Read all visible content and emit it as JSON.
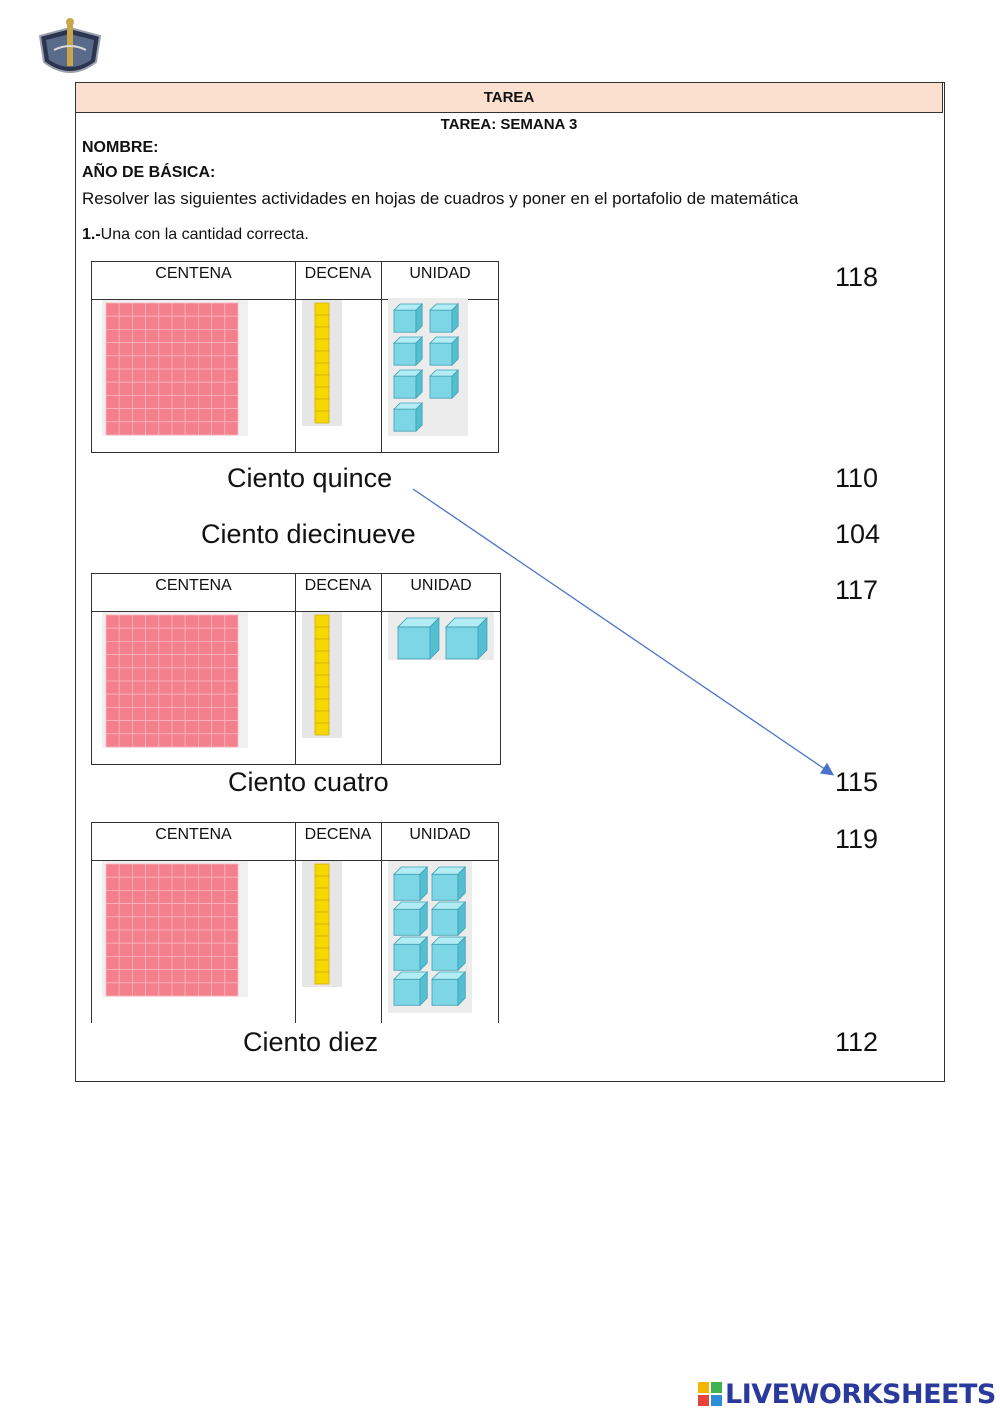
{
  "header": {
    "title": "TAREA",
    "subtitle": "TAREA: SEMANA 3"
  },
  "form": {
    "name_label": "NOMBRE:",
    "grade_label": "AÑO DE BÁSICA:"
  },
  "instruction": "Resolver las siguientes actividades en hojas de cuadros y poner en el portafolio de matemática",
  "question": {
    "number": "1.-",
    "text": "Una con la cantidad correcta."
  },
  "columns": [
    "CENTENA",
    "DECENA",
    "UNIDAD"
  ],
  "tables": [
    {
      "hundreds": 1,
      "tens": 1,
      "units": 7
    },
    {
      "hundreds": 1,
      "tens": 1,
      "units": 2
    },
    {
      "hundreds": 1,
      "tens": 1,
      "units": 8
    }
  ],
  "words": [
    "Ciento quince",
    "Ciento diecinueve",
    "Ciento cuatro",
    "Ciento diez"
  ],
  "numbers": [
    "118",
    "110",
    "104",
    "117",
    "115",
    "119",
    "112"
  ],
  "connections": [
    {
      "from": "Ciento quince",
      "to": "115"
    }
  ],
  "colors": {
    "header_bg": "#fbe0d0",
    "hundred_block": "#f4808e",
    "ten_rod": "#f5d800",
    "unit_cube": "#7dd6e6",
    "arrow": "#4a74c9",
    "watermark": "#2a3a9c"
  },
  "watermark": {
    "text": "LIVEWORKSHEETS"
  }
}
